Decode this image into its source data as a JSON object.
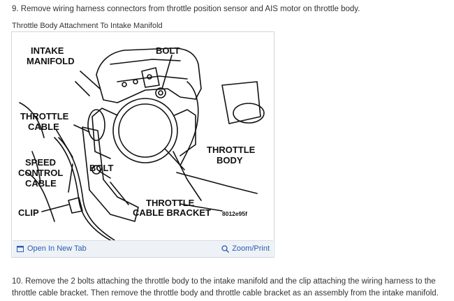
{
  "steps": {
    "step9": "9. Remove wiring harness connectors from throttle position sensor and AIS motor on throttle body.",
    "step10": "10. Remove the 2 bolts attaching the throttle body to the intake manifold and the clip attaching the wiring harness to the throttle cable bracket. Then remove the throttle body and throttle cable bracket as an assembly from the intake manifold."
  },
  "figure": {
    "caption": "Throttle Body Attachment To Intake Manifold",
    "labels": {
      "intake_1": "INTAKE",
      "intake_2": "MANIFOLD",
      "bolt_top": "BOLT",
      "throttle_cable_1": "THROTTLE",
      "throttle_cable_2": "CABLE",
      "speed_1": "SPEED",
      "speed_2": "CONTROL",
      "speed_3": "CABLE",
      "bolt_mid": "BOLT",
      "throttle_body_1": "THROTTLE",
      "throttle_body_2": "BODY",
      "bracket_1": "THROTTLE",
      "bracket_2": "CABLE BRACKET",
      "clip": "CLIP",
      "code": "8012e95f"
    },
    "footer": {
      "open_label": "Open In New Tab",
      "zoom_label": "Zoom/Print",
      "open_icon": "external-window-icon",
      "zoom_icon": "magnifier-icon"
    }
  },
  "colors": {
    "link": "#2a5db0",
    "footer_bg": "#eef2f7",
    "border": "#cfd6df"
  }
}
